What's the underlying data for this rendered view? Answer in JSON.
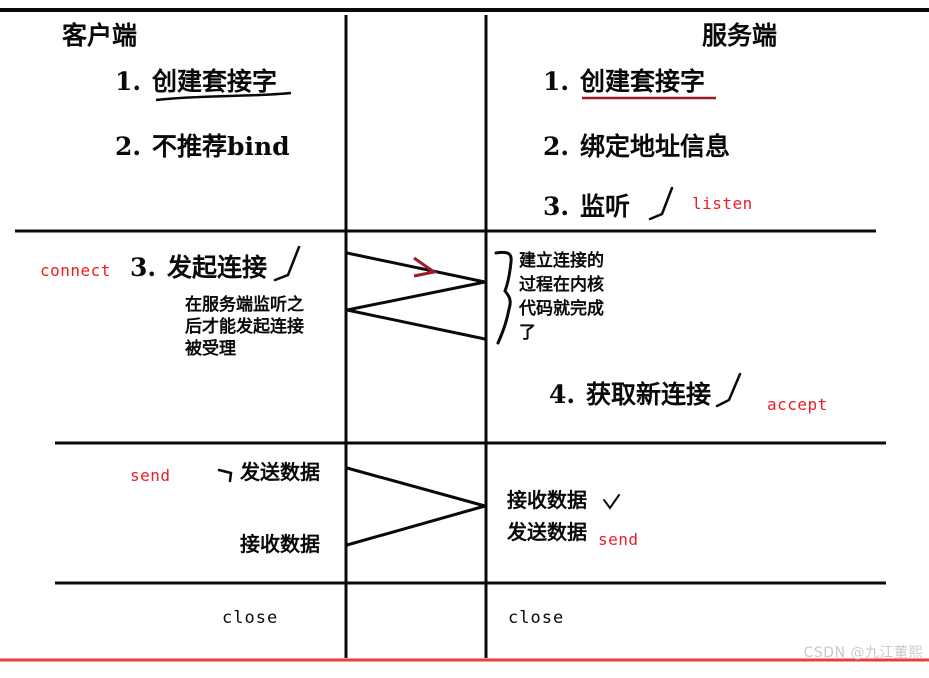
{
  "diagram": {
    "title_left": "客户端",
    "title_right": "服务端",
    "watermark": "CSDN @九江董熙",
    "colors": {
      "ink": "#0a0a0a",
      "api_red": "#ec1c24",
      "arrow_red": "#9e1b26",
      "rule_red": "#ef3b3b",
      "watermark_gray": "#c9c9c9"
    }
  },
  "client": {
    "setup": [
      {
        "num": "1.",
        "label": "创建套接字",
        "underline": "black"
      },
      {
        "num": "2.",
        "label": "不推荐bind",
        "underline": "none"
      }
    ],
    "connect": {
      "api": "connect",
      "num": "3.",
      "label": "发起连接",
      "check": "√",
      "note_lines": [
        "在服务端监听之",
        "后才能发起连接",
        "被受理"
      ]
    },
    "transfer": {
      "api": "send",
      "mark": "⌐",
      "send_label": "发送数据",
      "recv_label": "接收数据"
    },
    "close": "close"
  },
  "server": {
    "setup": [
      {
        "num": "1.",
        "label": "创建套接字",
        "underline": "red"
      },
      {
        "num": "2.",
        "label": "绑定地址信息",
        "underline": "none"
      },
      {
        "num": "3.",
        "label": "监听",
        "check": "√",
        "api": "listen"
      }
    ],
    "handshake": {
      "brace": "}",
      "note_lines": [
        "建立连接的",
        "过程在内核",
        "代码就完成",
        "了"
      ]
    },
    "accept": {
      "num": "4.",
      "label": "获取新连接",
      "check": "√",
      "api": "accept"
    },
    "transfer": {
      "recv_label": "接收数据",
      "recv_check": "✓",
      "send_label": "发送数据",
      "api": "send"
    },
    "close": "close"
  },
  "middle": {
    "handshake_arrow": "›",
    "segments": [
      {
        "name": "syn",
        "from": "client",
        "to": "server"
      },
      {
        "name": "syn-ack",
        "from": "server",
        "to": "client"
      },
      {
        "name": "ack",
        "from": "client",
        "to": "server"
      }
    ],
    "data_segments": [
      {
        "name": "data-out",
        "from": "client",
        "to": "server"
      },
      {
        "name": "data-in",
        "from": "server",
        "to": "client"
      }
    ]
  }
}
